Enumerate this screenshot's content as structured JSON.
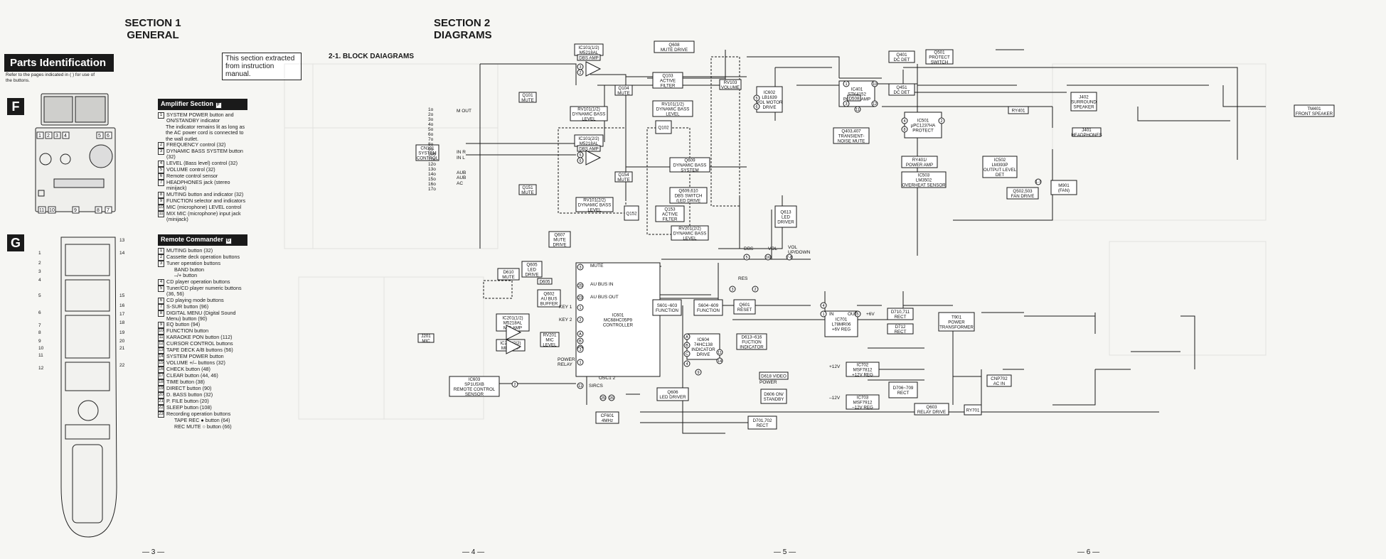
{
  "section1": {
    "title": "SECTION 1",
    "subtitle": "GENERAL"
  },
  "section2": {
    "title": "SECTION 2",
    "subtitle": "DIAGRAMS"
  },
  "parts_banner": "Parts Identification",
  "refer_note": "Refer to the pages indicated in ( ) for use of the buttons.",
  "extract_note": "This section extracted from instruction manual.",
  "block_title": "2-1. BLOCK DAIAGRAMS",
  "panel_letters": {
    "f": "F",
    "g": "G"
  },
  "amp": {
    "header": "Amplifier Section",
    "header_tag": "F",
    "items": [
      {
        "n": "1",
        "t": "SYSTEM POWER button and ON/STANDBY indicator"
      },
      {
        "n": "",
        "t": "The indicator remains lit as long as the AC power cord is connected to the wall outlet."
      },
      {
        "n": "2",
        "t": "FREQUENCY control (32)"
      },
      {
        "n": "3",
        "t": "DYNAMIC BASS SYSTEM button (32)"
      },
      {
        "n": "4",
        "t": "LEVEL (Bass level) control (32)"
      },
      {
        "n": "5",
        "t": "VOLUME control (32)"
      },
      {
        "n": "6",
        "t": "Remote control sensor"
      },
      {
        "n": "7",
        "t": "HEADPHONES jack (stereo minijack)"
      },
      {
        "n": "8",
        "t": "MUTING button and indicator (32)"
      },
      {
        "n": "9",
        "t": "FUNCTION selector and indicators"
      },
      {
        "n": "10",
        "t": "MIC (microphone) LEVEL control"
      },
      {
        "n": "11",
        "t": "MIX MIC (microphone) input jack (minijack)"
      }
    ]
  },
  "remote": {
    "header": "Remote Commander",
    "header_tag": "G",
    "items": [
      {
        "n": "1",
        "t": "MUTING button (32)"
      },
      {
        "n": "2",
        "t": "Cassette deck operation buttons"
      },
      {
        "n": "3",
        "t": "Tuner operation buttons"
      },
      {
        "n": "",
        "t": "BAND button"
      },
      {
        "n": "",
        "t": "–/+ button"
      },
      {
        "n": "4",
        "t": "CD player operation buttons"
      },
      {
        "n": "5",
        "t": "Tuner/CD player numeric buttons (36, 56)"
      },
      {
        "n": "6",
        "t": "CD playing mode buttons"
      },
      {
        "n": "7",
        "t": "S-SUR button (96)"
      },
      {
        "n": "8",
        "t": "DIGITAL MENU (Digital Sound Menu) button (90)"
      },
      {
        "n": "9",
        "t": "EQ button (94)"
      },
      {
        "n": "10",
        "t": "FUNCTION button"
      },
      {
        "n": "11",
        "t": "KARAOKE PON button (112)"
      },
      {
        "n": "12",
        "t": "CURSOR CONTROL buttons"
      },
      {
        "n": "13",
        "t": "TAPE DECK A/B buttons (56)"
      },
      {
        "n": "14",
        "t": "SYSTEM POWER button"
      },
      {
        "n": "15",
        "t": "VOLUME +/– buttons (32)"
      },
      {
        "n": "16",
        "t": "CHECK button (48)"
      },
      {
        "n": "17",
        "t": "CLEAR button (44, 46)"
      },
      {
        "n": "18",
        "t": "TIME button (38)"
      },
      {
        "n": "19",
        "t": "DIRECT button (90)"
      },
      {
        "n": "20",
        "t": "D. BASS button (32)"
      },
      {
        "n": "21",
        "t": "P. FILE button (20)"
      },
      {
        "n": "22",
        "t": "SLEEP button (108)"
      },
      {
        "n": "23",
        "t": "Recording operation buttons"
      },
      {
        "n": "",
        "t": "TAPE REC ● button (64)"
      },
      {
        "n": "",
        "t": "REC MUTE ○ button (66)"
      }
    ]
  },
  "pages": {
    "p3": "— 3 —",
    "p4": "— 4 —",
    "p5": "— 5 —",
    "p6": "— 6 —"
  },
  "diagram": {
    "blocks": {
      "cn101": "CN101\nSYSTEM\nCONTROL",
      "ic101a": "IC101(1/2)\nM5218AL",
      "dbs_amp": "DBS AMP",
      "ic101b": "IC101(2/2)\nM5218AL",
      "q608": "Q608\nMUTE DRIVE",
      "q101": "Q101\nMUTE",
      "q104": "Q104\nMUTE",
      "q151": "Q151\nMUTE",
      "q154": "Q154\nMUTE",
      "rv101a": "RV101(1/2)\nDYNAMIC BASS\nLEVEL",
      "rv101b": "RV101(2/2)\nDYNAMIC BASS\nLEVEL",
      "q103": "Q103\nACTIVE\nFILTER",
      "rv101c": "RV101(1/2)\nDYNAMIC BASS\nLEVEL",
      "q102": "Q102",
      "q609": "Q609\nDYNAMIC BASS\nSYSTEM",
      "q609_610": "Q609,610\nDBS SWITCH\n/LED DRIVE",
      "q153": "Q153\nACTIVE\nFILTER",
      "q152": "Q152",
      "rv201": "RV201(2/2)\nDYNAMIC BASS\nLEVEL",
      "rv103": "RV103\nVOLUME",
      "ic602": "IC602\nLB1639\nVOL MOTOR\nDRIVE",
      "q613": "Q613\nLED\nDRIVER",
      "ic401": "IC401\nSTK4152\nPOWER AMP",
      "q401": "Q401\nDC DET",
      "q451": "Q451\nDC DET",
      "q501": "Q501\nPROTECT\nSWITCH",
      "tm401": "TM401\nFRONT SPEAKER",
      "j402": "J402\nSURROUND\nSPEAKER",
      "j401": "J401\nHEADPHONES",
      "ry401": "RY401",
      "d508": "D508",
      "ic501": "IC501\nµPC1237HA\nPROTECT",
      "q403": "Q403,407\nTRANSIENT-\nNOISE MUTE",
      "ry401pa": "RY401/\nPOWER AMP",
      "ic503": "IC503\nLM3502\nOVERHEAT SENSOR",
      "ic502": "IC502\nLM393P\nOUTPUT LEVEL\nDET",
      "q502": "Q502,503\nFAN DRIVE",
      "m901": "M901\n(FAN)",
      "q607": "Q607\nMUTE\nDRIVE",
      "d610": "D610\nMUTE",
      "q605": "Q605\nLED\nDRIVE",
      "d605": "D605",
      "q602": "Q602\nAU BUS\nBUFFER",
      "ic601": "IC601\nMC68HC05P9\nCONTROLLER",
      "s601": "S601~603\nFUNCTION",
      "s604": "S604~609\nFUNCTION",
      "q601": "Q601\nRESET",
      "ic701": "IC701\nL78MR06\n+6V REG",
      "d710": "D710,711\nRECT",
      "d712": "D712\nRECT",
      "t901": "T901\nPOWER\nTRANSFORMER",
      "cnp702": "CNP702\nAC IN",
      "ic702": "IC702\nMSF7812\n+12V REG",
      "ic703": "IC703\nMSF7912\n–12V REG",
      "d706": "D706~709\nRECT",
      "ic201": "IC201(1/2)\nM5218AL\nMIC AMP",
      "ic201b": "IC201(2/2)\nMIC AMP",
      "rv201mic": "RV201\nMIC\nLEVEL",
      "j201": "J201\nMIC",
      "ic604": "IC604\n74HC138\nINDICATOR\nDRIVE",
      "d613": "D613~616\nFUCTION\nINDICATOR",
      "d618": "D618 VIDEO",
      "d606": "D606 ON/\nSTANDBY",
      "q606": "Q606\nLED DRIVER",
      "ic603": "IC603\nSP1U5XB\nREMOTE CONTROL\nSENSOR",
      "cf601": "CF601\n4MHz",
      "d701": "D701,702\nRECT",
      "q603": "Q603\nRELAY DRIVE",
      "ry701": "RY701"
    },
    "labels": {
      "m_out": "M OUT",
      "in_r": "IN R",
      "in_l": "IN L",
      "mute": "MUTE",
      "au_bus_in": "AU BUS IN",
      "au_bus_out": "AU BUS OUT",
      "key1": "KEY 1",
      "key2": "KEY 2",
      "power_relay": "POWER\nRELAY",
      "sircs": "SIRCS",
      "osc": "OSC1 2",
      "power": "POWER",
      "res": "RES",
      "vol_plus": "+6V",
      "vol_up": "VOL\nUP/DOWN",
      "dbs": "DBS",
      "vol": "VOL",
      "in": "IN",
      "out": "OUT",
      "rail_p12": "+12V",
      "rail_m12": "–12V",
      "rail_6v": "+6V",
      "aub": "AUB",
      "aub2": "AUB",
      "ac": "AC",
      "cn_pins": [
        "1o",
        "2o",
        "3o",
        "4o",
        "5o",
        "6o",
        "7o",
        "8o",
        "9o",
        "10o",
        "11o",
        "12o",
        "13o",
        "14o",
        "15o",
        "16o",
        "17o"
      ]
    }
  }
}
